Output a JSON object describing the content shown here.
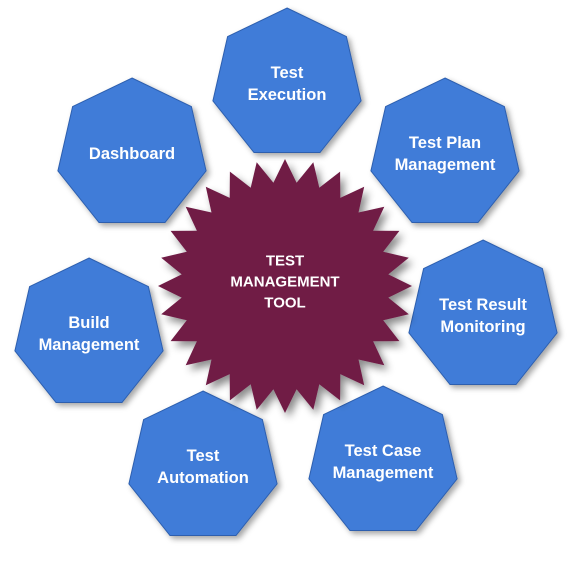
{
  "center": {
    "lines": [
      "TEST",
      "MANAGEMENT",
      "TOOL"
    ],
    "color": "#6f1a45"
  },
  "node_color": "#3f7bd8",
  "node_stroke": "#2d5fae",
  "nodes": [
    {
      "id": "test-execution",
      "lines": [
        "Test",
        "Execution"
      ]
    },
    {
      "id": "test-plan-management",
      "lines": [
        "Test Plan",
        "Management"
      ]
    },
    {
      "id": "test-result-monitoring",
      "lines": [
        "Test Result",
        "Monitoring"
      ]
    },
    {
      "id": "test-case-management",
      "lines": [
        "Test Case",
        "Management"
      ]
    },
    {
      "id": "test-automation",
      "lines": [
        "Test",
        "Automation"
      ]
    },
    {
      "id": "build-management",
      "lines": [
        "Build",
        "Management"
      ]
    },
    {
      "id": "dashboard",
      "lines": [
        "Dashboard"
      ]
    }
  ]
}
